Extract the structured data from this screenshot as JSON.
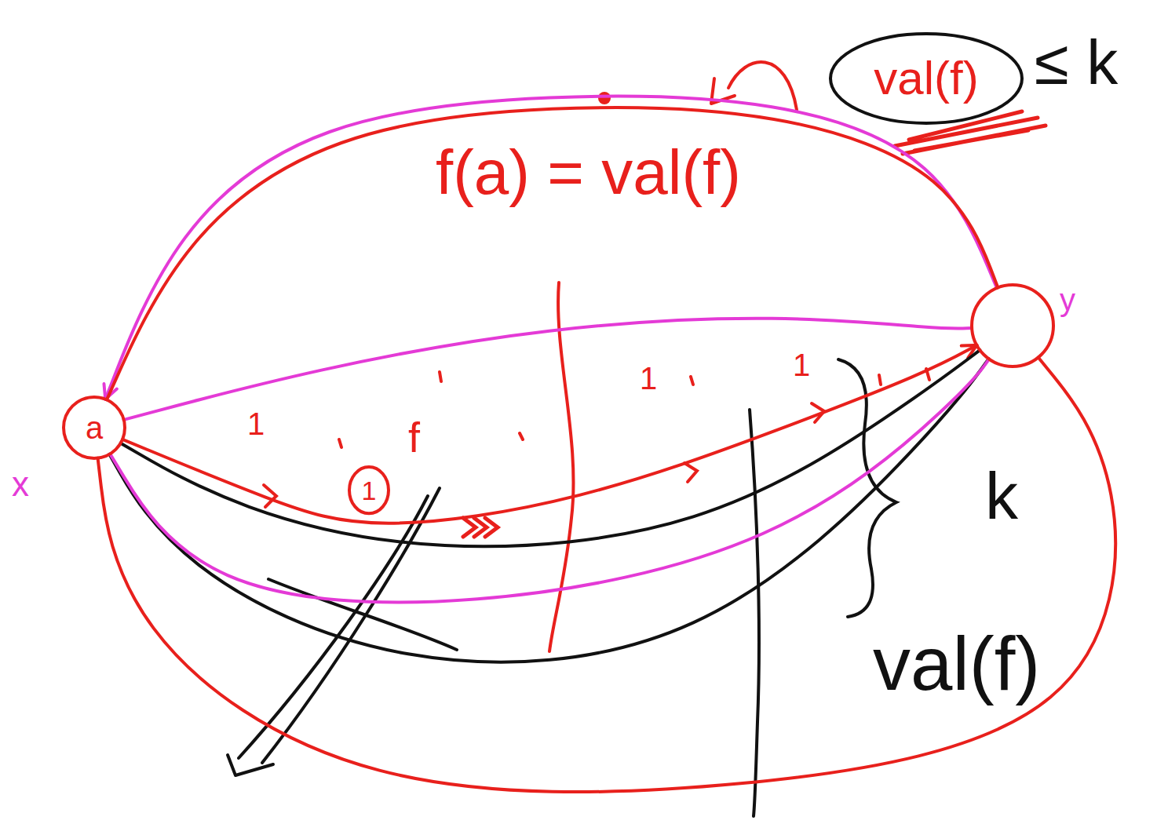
{
  "diagram": {
    "nodes": [
      {
        "text": [
          "a",
          "x"
        ]
      },
      {
        "text": [
          "y"
        ]
      },
      {
        "text": [
          "val(f)"
        ]
      },
      {
        "text": [
          "1"
        ]
      }
    ],
    "edges": [
      {
        "from": 1,
        "to": 0,
        "arrow": "to"
      },
      {
        "from": 0,
        "to": 1,
        "arrow": "none"
      },
      {
        "from": 0,
        "to": 1,
        "arrow": "none"
      },
      {
        "from": 0,
        "to": 1,
        "arrow": "to"
      },
      {
        "from": 0,
        "to": 1,
        "arrow": "none"
      },
      {
        "from": 0,
        "to": 1,
        "arrow": "none"
      },
      {
        "from": 0,
        "to": 1,
        "arrow": "none"
      },
      {
        "from": 0,
        "to": 1,
        "arrow": "none"
      }
    ],
    "labels": [
      "f(a) = val(f)",
      "≤ k",
      "k",
      "val(f)",
      "f",
      "1",
      "1",
      "1"
    ]
  }
}
